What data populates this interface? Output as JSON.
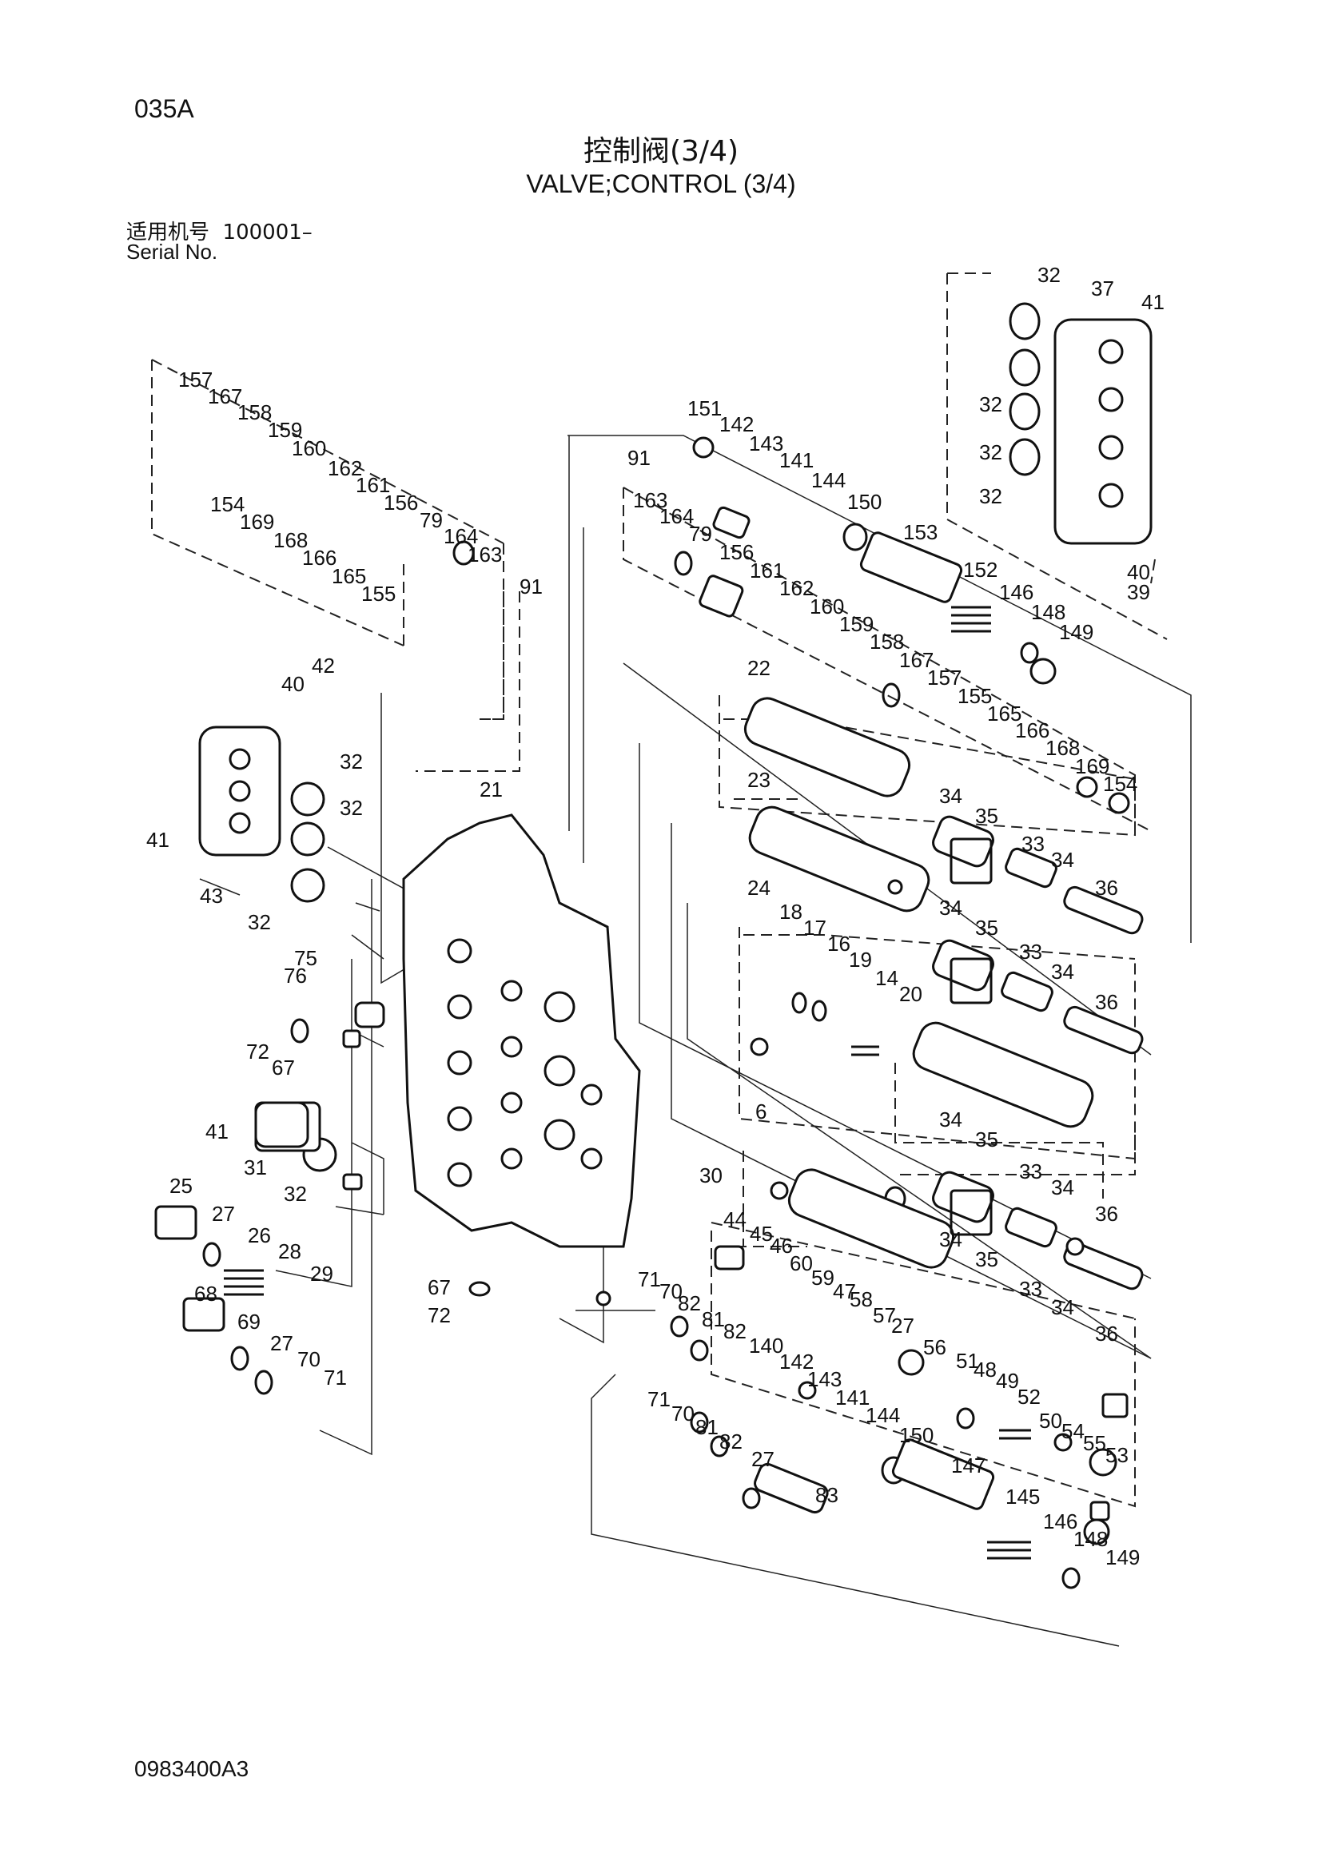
{
  "page_code": "035A",
  "title_zh": "控制阀(3/4)",
  "title_en": "VALVE;CONTROL (3/4)",
  "serial_label_zh": "适用机号",
  "serial_value": "100001–",
  "serial_label_en": "Serial No.",
  "document_code": "0983400A3",
  "part_labels": [
    {
      "id": "l0",
      "text": "32"
    },
    {
      "id": "l1",
      "text": "37"
    },
    {
      "id": "l2",
      "text": "41"
    },
    {
      "id": "l3",
      "text": "32"
    },
    {
      "id": "l4",
      "text": "32"
    },
    {
      "id": "l5",
      "text": "32"
    },
    {
      "id": "l6",
      "text": "40"
    },
    {
      "id": "l7",
      "text": "39"
    },
    {
      "id": "l8",
      "text": "157"
    },
    {
      "id": "l9",
      "text": "167"
    },
    {
      "id": "l10",
      "text": "158"
    },
    {
      "id": "l11",
      "text": "159"
    },
    {
      "id": "l12",
      "text": "160"
    },
    {
      "id": "l13",
      "text": "162"
    },
    {
      "id": "l14",
      "text": "161"
    },
    {
      "id": "l15",
      "text": "156"
    },
    {
      "id": "l16",
      "text": "79"
    },
    {
      "id": "l17",
      "text": "164"
    },
    {
      "id": "l18",
      "text": "163"
    },
    {
      "id": "l19",
      "text": "91"
    },
    {
      "id": "l20",
      "text": "154"
    },
    {
      "id": "l21",
      "text": "169"
    },
    {
      "id": "l22",
      "text": "168"
    },
    {
      "id": "l23",
      "text": "166"
    },
    {
      "id": "l24",
      "text": "165"
    },
    {
      "id": "l25",
      "text": "155"
    },
    {
      "id": "l26",
      "text": "151"
    },
    {
      "id": "l27",
      "text": "142"
    },
    {
      "id": "l28",
      "text": "143"
    },
    {
      "id": "l29",
      "text": "141"
    },
    {
      "id": "l30",
      "text": "144"
    },
    {
      "id": "l31",
      "text": "150"
    },
    {
      "id": "l32",
      "text": "153"
    },
    {
      "id": "l33",
      "text": "91"
    },
    {
      "id": "l34",
      "text": "163"
    },
    {
      "id": "l35",
      "text": "164"
    },
    {
      "id": "l36",
      "text": "79"
    },
    {
      "id": "l37",
      "text": "156"
    },
    {
      "id": "l38",
      "text": "161"
    },
    {
      "id": "l39",
      "text": "162"
    },
    {
      "id": "l40",
      "text": "160"
    },
    {
      "id": "l41",
      "text": "159"
    },
    {
      "id": "l42",
      "text": "158"
    },
    {
      "id": "l43",
      "text": "167"
    },
    {
      "id": "l44",
      "text": "157"
    },
    {
      "id": "l45",
      "text": "155"
    },
    {
      "id": "l46",
      "text": "165"
    },
    {
      "id": "l47",
      "text": "166"
    },
    {
      "id": "l48",
      "text": "168"
    },
    {
      "id": "l49",
      "text": "169"
    },
    {
      "id": "l50",
      "text": "154"
    },
    {
      "id": "l51",
      "text": "152"
    },
    {
      "id": "l52",
      "text": "146"
    },
    {
      "id": "l53",
      "text": "148"
    },
    {
      "id": "l54",
      "text": "149"
    },
    {
      "id": "l55",
      "text": "22"
    },
    {
      "id": "l56",
      "text": "23"
    },
    {
      "id": "l57",
      "text": "42"
    },
    {
      "id": "l58",
      "text": "40"
    },
    {
      "id": "l59",
      "text": "32"
    },
    {
      "id": "l60",
      "text": "32"
    },
    {
      "id": "l61",
      "text": "41"
    },
    {
      "id": "l62",
      "text": "43"
    },
    {
      "id": "l63",
      "text": "32"
    },
    {
      "id": "l64",
      "text": "21"
    },
    {
      "id": "l65",
      "text": "34"
    },
    {
      "id": "l66",
      "text": "35"
    },
    {
      "id": "l67",
      "text": "33"
    },
    {
      "id": "l68",
      "text": "34"
    },
    {
      "id": "l69",
      "text": "36"
    },
    {
      "id": "l70",
      "text": "24"
    },
    {
      "id": "l71",
      "text": "18"
    },
    {
      "id": "l72",
      "text": "17"
    },
    {
      "id": "l73",
      "text": "16"
    },
    {
      "id": "l74",
      "text": "19"
    },
    {
      "id": "l75",
      "text": "14"
    },
    {
      "id": "l76",
      "text": "20"
    },
    {
      "id": "l77",
      "text": "34"
    },
    {
      "id": "l78",
      "text": "35"
    },
    {
      "id": "l79",
      "text": "33"
    },
    {
      "id": "l80",
      "text": "34"
    },
    {
      "id": "l81",
      "text": "36"
    },
    {
      "id": "l82",
      "text": "75"
    },
    {
      "id": "l83",
      "text": "76"
    },
    {
      "id": "l84",
      "text": "72"
    },
    {
      "id": "l85",
      "text": "67"
    },
    {
      "id": "l86",
      "text": "41"
    },
    {
      "id": "l87",
      "text": "31"
    },
    {
      "id": "l88",
      "text": "32"
    },
    {
      "id": "l89",
      "text": "34"
    },
    {
      "id": "l90",
      "text": "35"
    },
    {
      "id": "l91",
      "text": "33"
    },
    {
      "id": "l92",
      "text": "34"
    },
    {
      "id": "l93",
      "text": "36"
    },
    {
      "id": "l94",
      "text": "6"
    },
    {
      "id": "l95",
      "text": "30"
    },
    {
      "id": "l96",
      "text": "25"
    },
    {
      "id": "l97",
      "text": "27"
    },
    {
      "id": "l98",
      "text": "26"
    },
    {
      "id": "l99",
      "text": "28"
    },
    {
      "id": "l100",
      "text": "29"
    },
    {
      "id": "l101",
      "text": "44"
    },
    {
      "id": "l102",
      "text": "45"
    },
    {
      "id": "l103",
      "text": "46"
    },
    {
      "id": "l104",
      "text": "60"
    },
    {
      "id": "l105",
      "text": "59"
    },
    {
      "id": "l106",
      "text": "47"
    },
    {
      "id": "l107",
      "text": "58"
    },
    {
      "id": "l108",
      "text": "57"
    },
    {
      "id": "l109",
      "text": "27"
    },
    {
      "id": "l110",
      "text": "34"
    },
    {
      "id": "l111",
      "text": "35"
    },
    {
      "id": "l112",
      "text": "33"
    },
    {
      "id": "l113",
      "text": "34"
    },
    {
      "id": "l114",
      "text": "36"
    },
    {
      "id": "l115",
      "text": "67"
    },
    {
      "id": "l116",
      "text": "72"
    },
    {
      "id": "l117",
      "text": "71"
    },
    {
      "id": "l118",
      "text": "70"
    },
    {
      "id": "l119",
      "text": "82"
    },
    {
      "id": "l120",
      "text": "81"
    },
    {
      "id": "l121",
      "text": "82"
    },
    {
      "id": "l122",
      "text": "140"
    },
    {
      "id": "l123",
      "text": "142"
    },
    {
      "id": "l124",
      "text": "143"
    },
    {
      "id": "l125",
      "text": "56"
    },
    {
      "id": "l126",
      "text": "51"
    },
    {
      "id": "l127",
      "text": "48"
    },
    {
      "id": "l128",
      "text": "49"
    },
    {
      "id": "l129",
      "text": "52"
    },
    {
      "id": "l130",
      "text": "68"
    },
    {
      "id": "l131",
      "text": "69"
    },
    {
      "id": "l132",
      "text": "27"
    },
    {
      "id": "l133",
      "text": "70"
    },
    {
      "id": "l134",
      "text": "71"
    },
    {
      "id": "l135",
      "text": "141"
    },
    {
      "id": "l136",
      "text": "144"
    },
    {
      "id": "l137",
      "text": "50"
    },
    {
      "id": "l138",
      "text": "54"
    },
    {
      "id": "l139",
      "text": "55"
    },
    {
      "id": "l140",
      "text": "53"
    },
    {
      "id": "l141",
      "text": "71"
    },
    {
      "id": "l142",
      "text": "70"
    },
    {
      "id": "l143",
      "text": "81"
    },
    {
      "id": "l144",
      "text": "82"
    },
    {
      "id": "l145",
      "text": "27"
    },
    {
      "id": "l146",
      "text": "150"
    },
    {
      "id": "l147",
      "text": "147"
    },
    {
      "id": "l148",
      "text": "83"
    },
    {
      "id": "l149",
      "text": "145"
    },
    {
      "id": "l150",
      "text": "146"
    },
    {
      "id": "l151",
      "text": "148"
    },
    {
      "id": "l152",
      "text": "149"
    }
  ]
}
